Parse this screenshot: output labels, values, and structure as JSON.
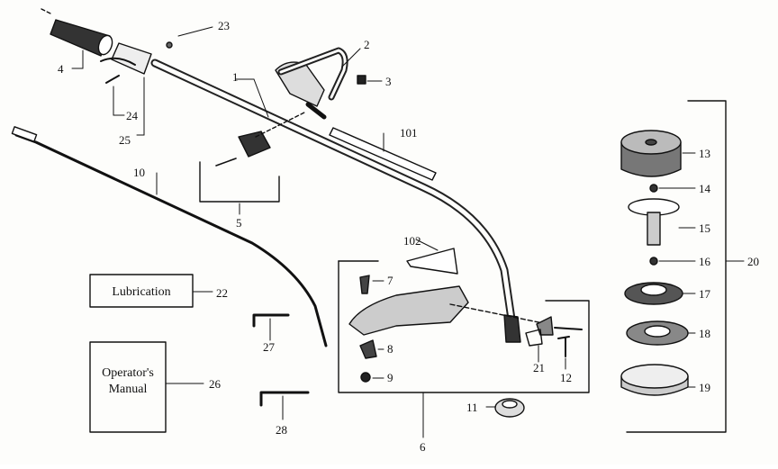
{
  "callouts": {
    "c1": "1",
    "c2": "2",
    "c3": "3",
    "c4": "4",
    "c5": "5",
    "c6": "6",
    "c7": "7",
    "c8": "8",
    "c9": "9",
    "c10": "10",
    "c11": "11",
    "c12": "12",
    "c13": "13",
    "c14": "14",
    "c15": "15",
    "c16": "16",
    "c17": "17",
    "c18": "18",
    "c19": "19",
    "c20": "20",
    "c21": "21",
    "c22": "22",
    "c23": "23",
    "c24": "24",
    "c25": "25",
    "c26": "26",
    "c27": "27",
    "c28": "28",
    "c101": "101",
    "c102": "102"
  },
  "boxes": {
    "lubrication": "Lubrication",
    "manual_line1": "Operator's",
    "manual_line2": "Manual"
  }
}
